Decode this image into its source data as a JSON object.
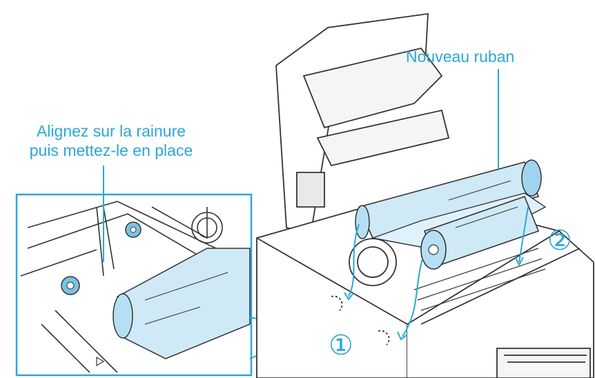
{
  "labels": {
    "new_ribbon": "Nouveau ruban",
    "align_line1": "Alignez sur la rainure",
    "align_line2": "puis mettez-le en place"
  },
  "steps": {
    "step1": "①",
    "step2": "②"
  },
  "colors": {
    "callout": "#2aa7d8",
    "ribbon_fill": "#cfe9f6",
    "ribbon_dark": "#9fd3ee",
    "line_art": "#333333",
    "body": "#ffffff"
  }
}
